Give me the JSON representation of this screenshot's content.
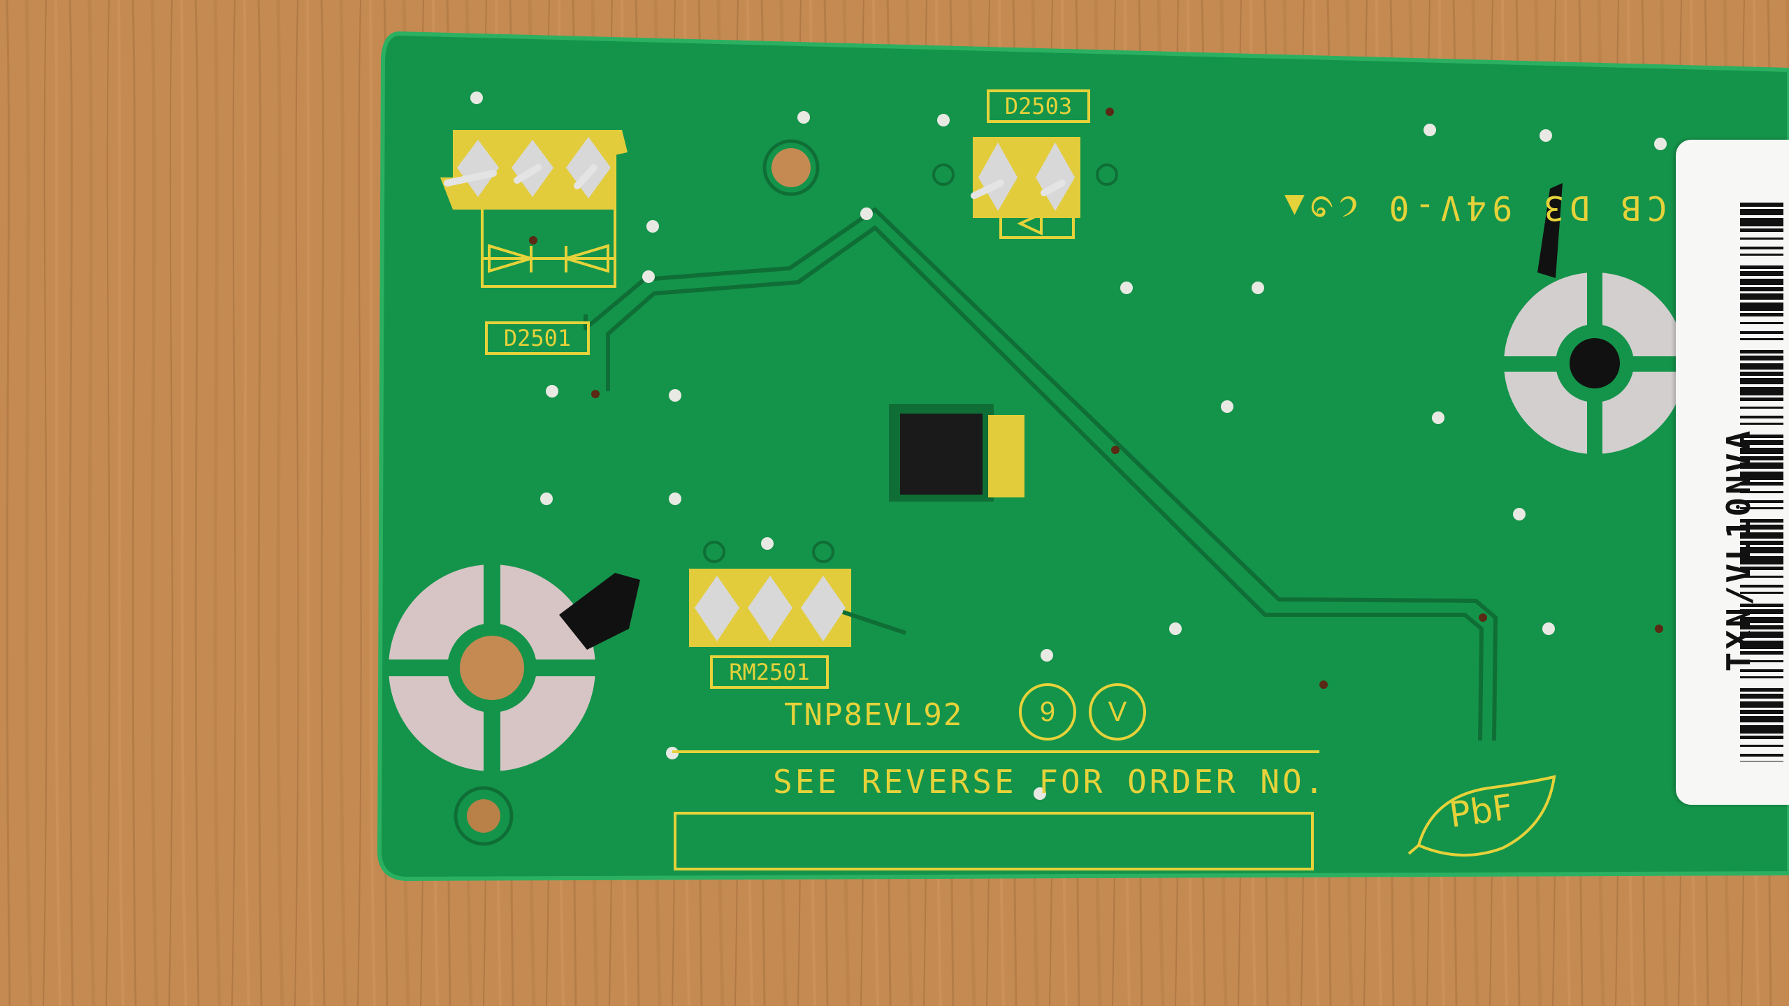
{
  "scene": {
    "description_colors": {
      "wood": "#c48a52",
      "wood_dark": "#a8703d",
      "pcb": "#14944a",
      "pcb_edge": "#2bb062",
      "trace": "#0f6e36",
      "silkscreen": "#e6d23a",
      "pad_gold": "#e2cc3c",
      "solder": "#d8d8d8",
      "sticker": "#f7f7f5",
      "ink": "#111111"
    }
  },
  "silkscreen": {
    "ref_d2501": "D2501",
    "ref_d2503": "D2503",
    "ref_rm2501": "RM2501",
    "part_number": "TNP8EVL92",
    "circle_9": "9",
    "circle_v": "V",
    "order_note": "SEE REVERSE FOR ORDER NO.",
    "ul_mark": "CB D3 94V-0 ૮૭▲",
    "pbf": "PbF"
  },
  "sticker": {
    "code": "TXN/VL10NVA"
  }
}
